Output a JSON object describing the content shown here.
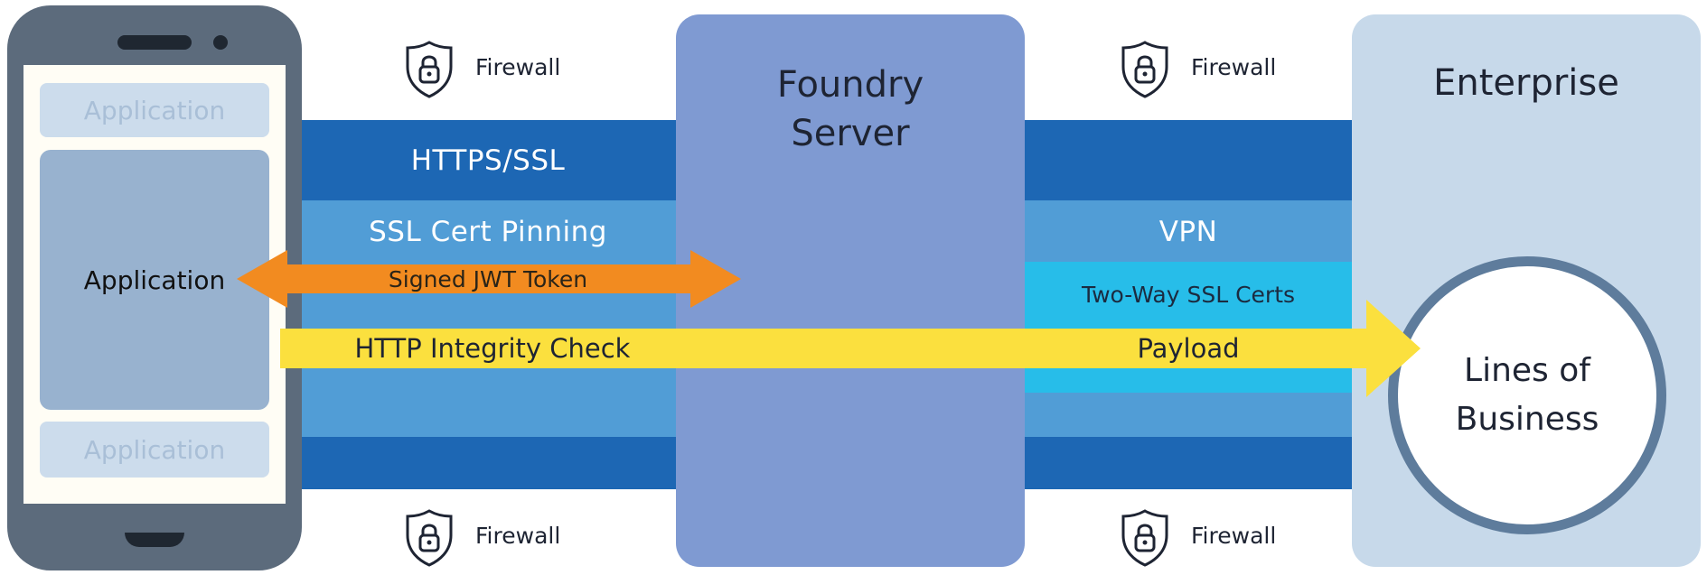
{
  "phone": {
    "app_top": "Application",
    "app_main": "Application",
    "app_bottom": "Application"
  },
  "firewalls": {
    "left_top": "Firewall",
    "right_top": "Firewall",
    "left_bottom": "Firewall",
    "right_bottom": "Firewall"
  },
  "left_channel": {
    "https_ssl": "HTTPS/SSL",
    "ssl_cert_pinning": "SSL Cert Pinning",
    "signed_jwt_token": "Signed JWT Token",
    "http_integrity_check": "HTTP Integrity Check"
  },
  "server": {
    "title_line1": "Foundry",
    "title_line2": "Server"
  },
  "right_channel": {
    "vpn": "VPN",
    "two_way_ssl": "Two-Way SSL Certs",
    "payload": "Payload"
  },
  "enterprise": {
    "title": "Enterprise",
    "lob_line1": "Lines of",
    "lob_line2": "Business"
  },
  "colors": {
    "band_dark": "#1d67b4",
    "band_mid": "#519dd6",
    "band_light": "#27bde9",
    "server": "#7f9ad2",
    "enterprise": "#c7d9ea",
    "jwt_arrow": "#f28b20",
    "payload_arrow": "#fbe03e",
    "phone": "#5c6b7c"
  },
  "icons": [
    "phone-icon",
    "shield-lock-icon",
    "double-arrow-icon",
    "right-arrow-icon"
  ]
}
